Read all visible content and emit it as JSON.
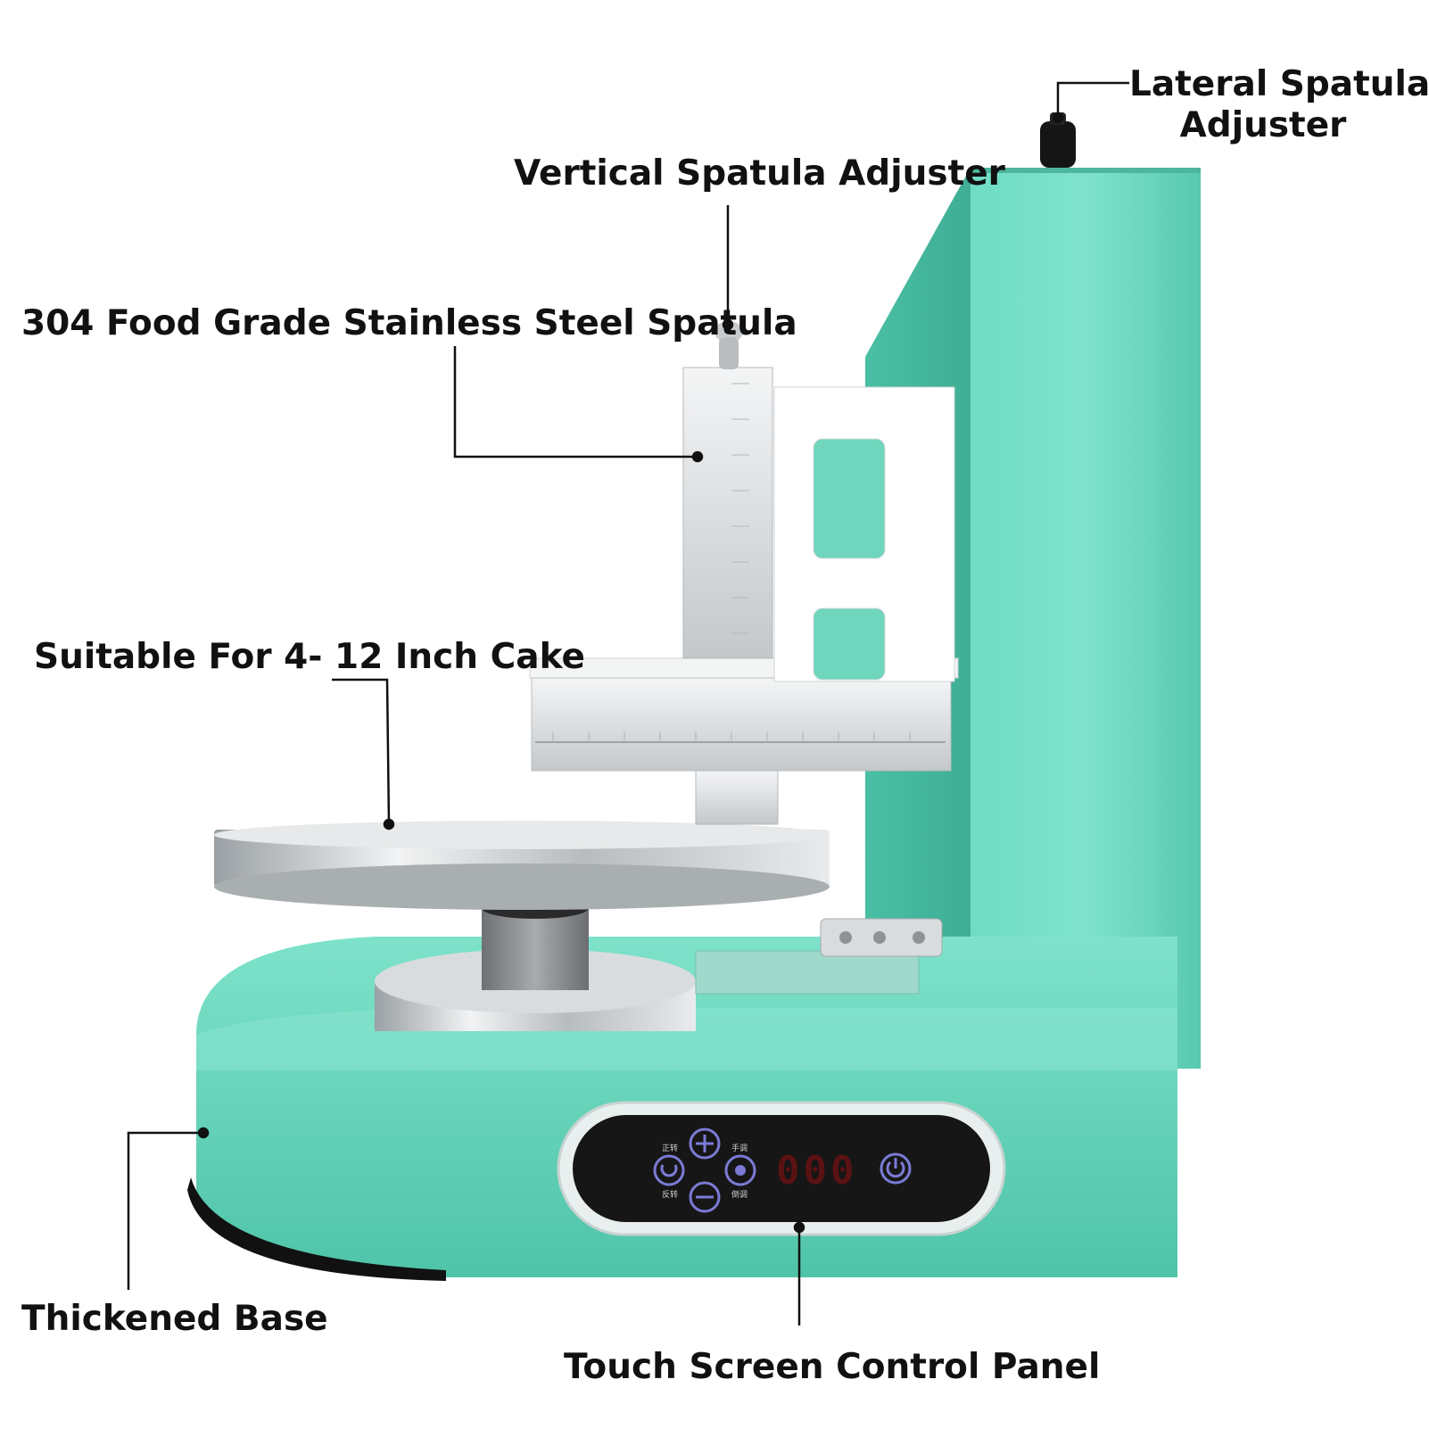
{
  "labels": {
    "lateral_adjuster_line1": "Lateral Spatula",
    "lateral_adjuster_line2": "Adjuster",
    "vertical_adjuster": "Vertical Spatula Adjuster",
    "spatula": "304 Food Grade Stainless Steel Spatula",
    "cake_size": "Suitable For 4- 12 Inch Cake",
    "base": "Thickened Base",
    "control_panel": "Touch Screen Control Panel"
  },
  "control_panel": {
    "display_value": "000",
    "button_labels": {
      "top_left": "正转",
      "bottom_left": "反转",
      "top_right": "手调",
      "bottom_right": "倒调"
    },
    "icons": [
      "plus-icon",
      "minus-icon",
      "rotate-icon",
      "record-icon",
      "power-icon"
    ]
  },
  "colors": {
    "machine_body": "#5fd3b8",
    "machine_body_dark": "#3fb79c",
    "steel": "#c9cdd0",
    "panel": "#161616",
    "panel_button": "#7b7bd6",
    "display": "#5a1212",
    "leader_line": "#111111"
  }
}
